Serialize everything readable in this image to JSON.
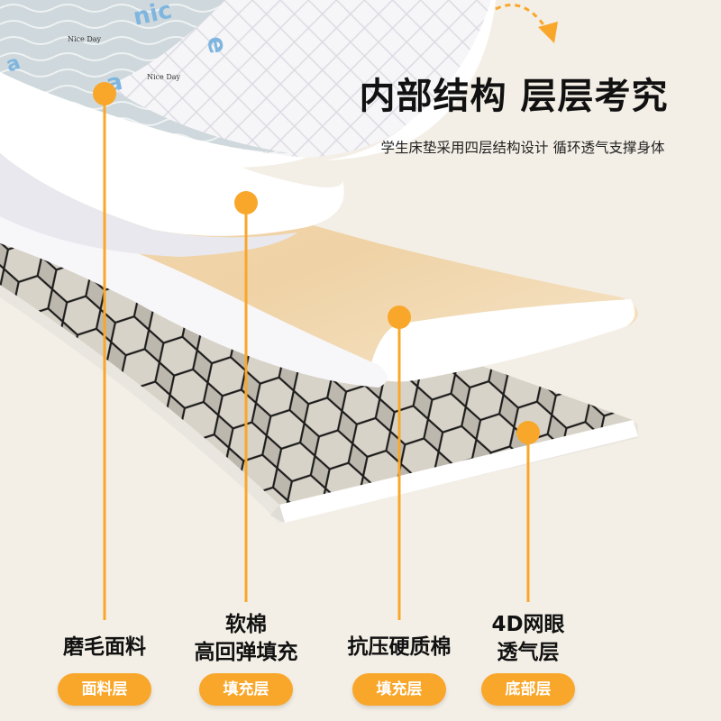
{
  "header": {
    "title": "内部结构 层层考究",
    "subtitle": "学生床垫采用四层结构设计 循环透气支撑身体"
  },
  "cover_print": {
    "logo_text": "Nice Day"
  },
  "layers": [
    {
      "name_lines": [
        "磨毛面料"
      ],
      "tag": "面料层"
    },
    {
      "name_lines": [
        "软棉",
        "高回弹填充"
      ],
      "tag": "填充层"
    },
    {
      "name_lines": [
        "抗压硬质棉"
      ],
      "tag": "填充层"
    },
    {
      "name_lines": [
        "4D网眼",
        "透气层"
      ],
      "tag": "底部层"
    }
  ],
  "colors": {
    "background": "#f3efe6",
    "accent": "#f9a72b",
    "tag_text": "#ffffff",
    "title_text": "#111111"
  },
  "icons": {
    "arrow": "curved-arrow-icon",
    "marker": "dot-marker-icon"
  }
}
